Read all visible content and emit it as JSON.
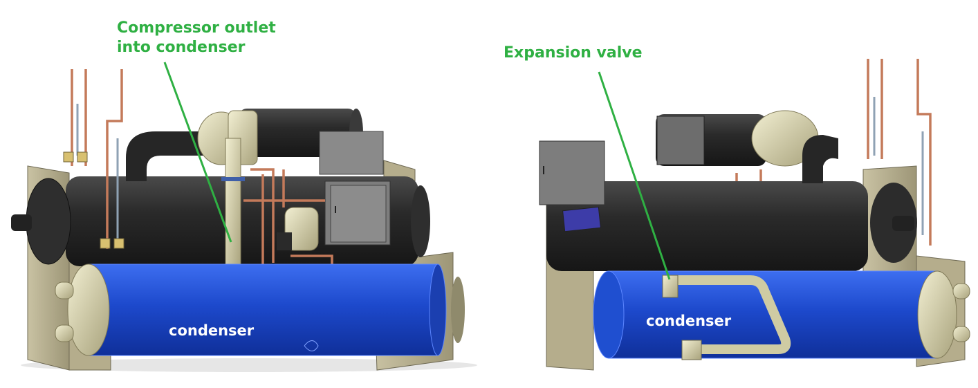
{
  "figure": {
    "left_panel": {
      "callout": [
        "Compressor outlet",
        "into condenser"
      ],
      "tank_label": "condenser"
    },
    "right_panel": {
      "callout": "Expansion valve",
      "tank_label": "condenser"
    }
  },
  "colors": {
    "condenser_blue": "#1f4fd0",
    "evaporator_black": "#2b2b2b",
    "frame_olive": "#b5ad8c",
    "pipe_copper": "#c47a5a",
    "fitting_beige": "#d6d2aa",
    "cabinet_gray": "#7d7d7d",
    "callout_green": "#2fb043"
  }
}
